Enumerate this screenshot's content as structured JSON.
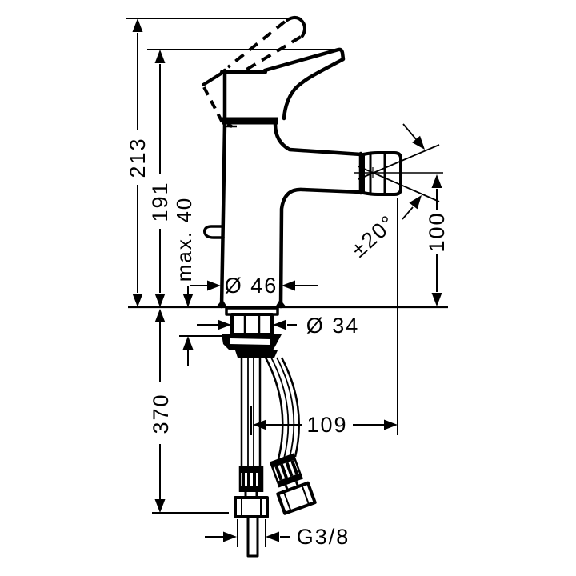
{
  "labels": {
    "height_total": "213",
    "height_to_spout": "191",
    "max_deck_thickness": "max. 40",
    "body_diameter": "Ø 46",
    "shank_diameter": "Ø 34",
    "swivel_angle": "±20°",
    "spout_to_deck": "100",
    "hose_length": "370",
    "spout_reach": "109",
    "thread_size": "G3/8"
  },
  "colors": {
    "line": "#000000",
    "background": "#ffffff"
  }
}
